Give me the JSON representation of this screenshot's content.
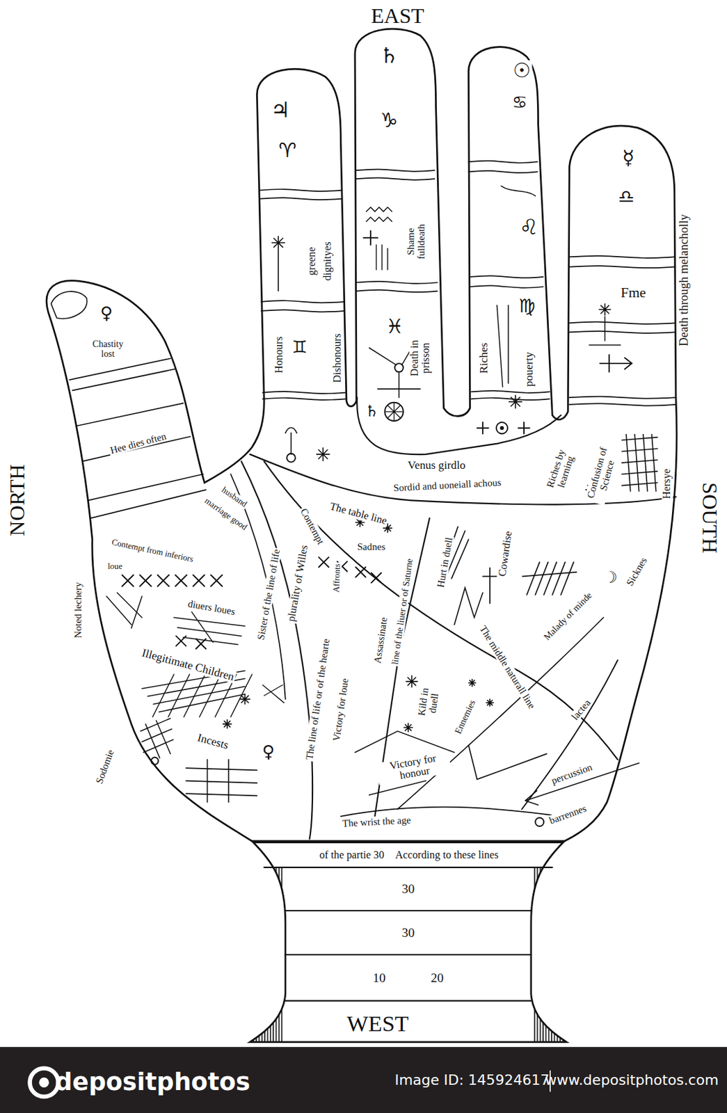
{
  "diagram": {
    "nodes": [
      {
        "text": [
          "of the partie 30",
          "According to these lines"
        ]
      },
      {
        "text": [
          "30"
        ]
      },
      {
        "text": [
          "30"
        ]
      },
      {
        "text": [
          "10",
          "20"
        ]
      }
    ],
    "labels": [
      "EAST",
      "NORTH",
      "SOUTH",
      "WEST",
      "♃",
      "♈",
      "greene",
      "dignityes",
      "Honours",
      "♊",
      "Dishonours",
      "♄",
      "♑",
      "Shame fulldeath",
      "♓",
      "Death in prisson",
      "♄",
      "☉",
      "♋",
      "♌",
      "♍",
      "Riches",
      "pouerty",
      "☿",
      "♎",
      "Fme",
      "Death through melancholly",
      "♀",
      "Chastity lost",
      "Hee dies often",
      "Venus girdlo",
      "Sordid and uoneiall achous",
      "Riches by learning",
      "Confusion of Science",
      "Hersye",
      "The table line",
      "Contempt",
      "Sadnes",
      "husband",
      "marriage good",
      "Contempt from inferiors",
      "loue",
      "diuers loues",
      "Sister of the line of life",
      "plurality of Willes",
      "The line of life or of the hearte",
      "Affronts",
      "Victory for loue",
      "Assassinate",
      "line of the liuer or of Saturne",
      "Hurt in duell",
      "Cowardise",
      "Malady of minde",
      "Sicknes",
      "Kild in duell",
      "Ennemies",
      "The middle naturall line",
      "lactea",
      "Victory for honour",
      "percussion",
      "barrennes",
      "Noted lechery",
      "Illegitimate Children",
      "Incests",
      "Sodomie",
      "The wrist the age",
      "☽",
      "♀",
      "depositphotos",
      "Image ID: 145924617",
      "www.depositphotos.com"
    ]
  }
}
